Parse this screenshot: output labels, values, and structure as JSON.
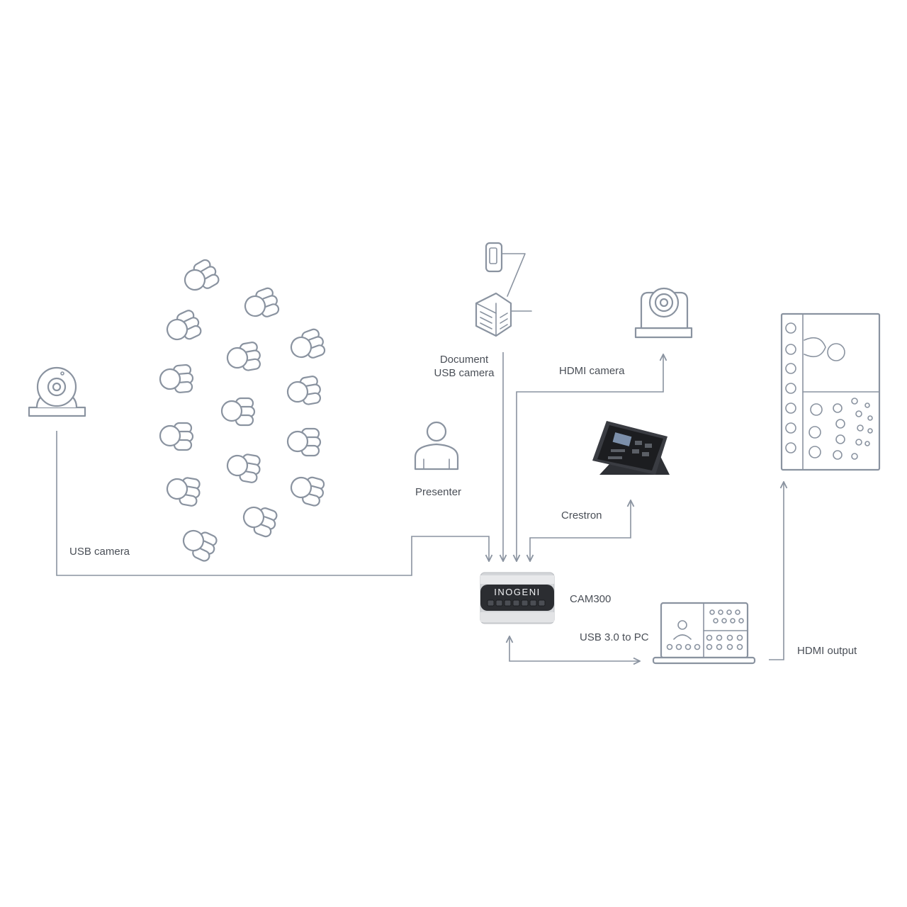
{
  "labels": {
    "usb_camera": "USB camera",
    "document_line1": "Document",
    "document_line2": "USB camera",
    "hdmi_camera": "HDMI camera",
    "presenter": "Presenter",
    "crestron": "Crestron",
    "cam300": "CAM300",
    "usb_to_pc": "USB 3.0 to PC",
    "hdmi_output": "HDMI output"
  },
  "device": {
    "brand": "INOGENI"
  },
  "colors": {
    "line": "#8a93a0",
    "text": "#4a4f57",
    "device_dark": "#2b2d31",
    "device_silver": "#d4d6d9"
  }
}
